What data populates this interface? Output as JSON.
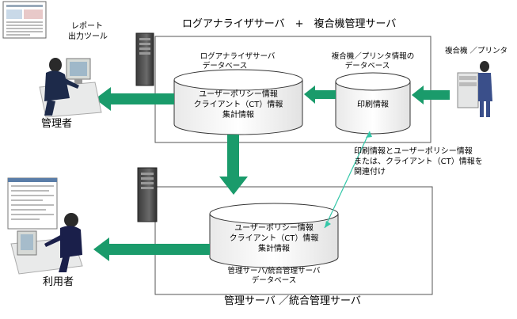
{
  "top_server": {
    "title": "ログアナライザサーバ　+　複合機管理サーバ",
    "db_left": {
      "label_line1": "ログアナライザサーバ",
      "label_line2": "データベース",
      "items": [
        "ユーザーポリシー情報",
        "クライアント（CT）情報",
        "集計情報"
      ]
    },
    "db_right": {
      "label_line1": "複合機／プリンタ情報の",
      "label_line2": "データベース",
      "items": [
        "印刷情報"
      ]
    }
  },
  "bottom_server": {
    "title": "管理サーバ ／統合管理サーバ",
    "db": {
      "label_line1": "管理サーバ/統合管理サーバ",
      "label_line2": "データベース",
      "items": [
        "ユーザーポリシー情報",
        "クライアント（CT）情報",
        "集計情報"
      ]
    }
  },
  "actors": {
    "report_tool_line1": "レポート",
    "report_tool_line2": "出力ツール",
    "admin": "管理者",
    "user": "利用者",
    "printer": "複合機 ／プリンタ"
  },
  "annotation": {
    "line1": "印刷情報とユーザーポリシー情報",
    "line2": "または、クライアント（CT）情報を",
    "line3": "関連付け"
  },
  "colors": {
    "arrow_green": "#1a9b6b",
    "link_line": "#33c7a8",
    "cylinder_fill": "#ffffff",
    "admin_suit": "#1d2a4a",
    "user_suit": "#1a1f4a"
  }
}
